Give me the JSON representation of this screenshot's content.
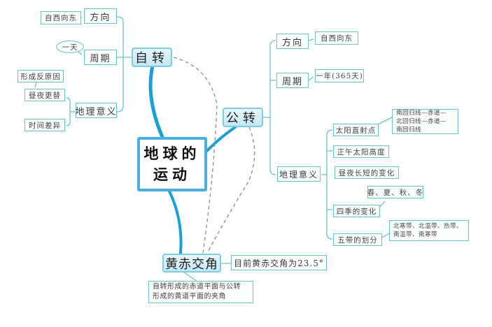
{
  "center": {
    "line1": "地球的",
    "line2": "运动"
  },
  "rotation": {
    "label": "自转",
    "direction": {
      "label": "方向",
      "value": "自西向东"
    },
    "period": {
      "label": "周期",
      "value": "一天"
    },
    "significance": {
      "label": "地理意义",
      "items": [
        {
          "label": "昼夜更替",
          "note": "形成反原因"
        },
        {
          "label": "时间差异"
        }
      ]
    }
  },
  "revolution": {
    "label": "公转",
    "direction": {
      "label": "方向",
      "value": "自西向东"
    },
    "period": {
      "label": "周期",
      "value": "一年(365天)"
    },
    "significance": {
      "label": "地理意义",
      "items": [
        {
          "label": "太阳直射点",
          "note_lines": [
            "南回归线—赤道—",
            "北回归线—赤道—",
            "南回归线"
          ]
        },
        {
          "label": "正午太阳高度"
        },
        {
          "label": "昼夜长短的变化"
        },
        {
          "label": "四季的变化",
          "note": "春、夏、秋、冬"
        },
        {
          "label": "五带的划分",
          "note_lines": [
            "北寒带、北温带、热带、",
            "南温带、南寒带"
          ]
        }
      ]
    }
  },
  "obliquity": {
    "label": "黄赤交角",
    "value": "目前黄赤交角为23.5°",
    "definition_lines": [
      "自转形成的赤道平面与公转",
      "形成的黄道平面的夹角"
    ]
  },
  "colors": {
    "line": "#6cc3c9",
    "branch": "#1aa0d8",
    "dashed": "#8a9a9a"
  }
}
